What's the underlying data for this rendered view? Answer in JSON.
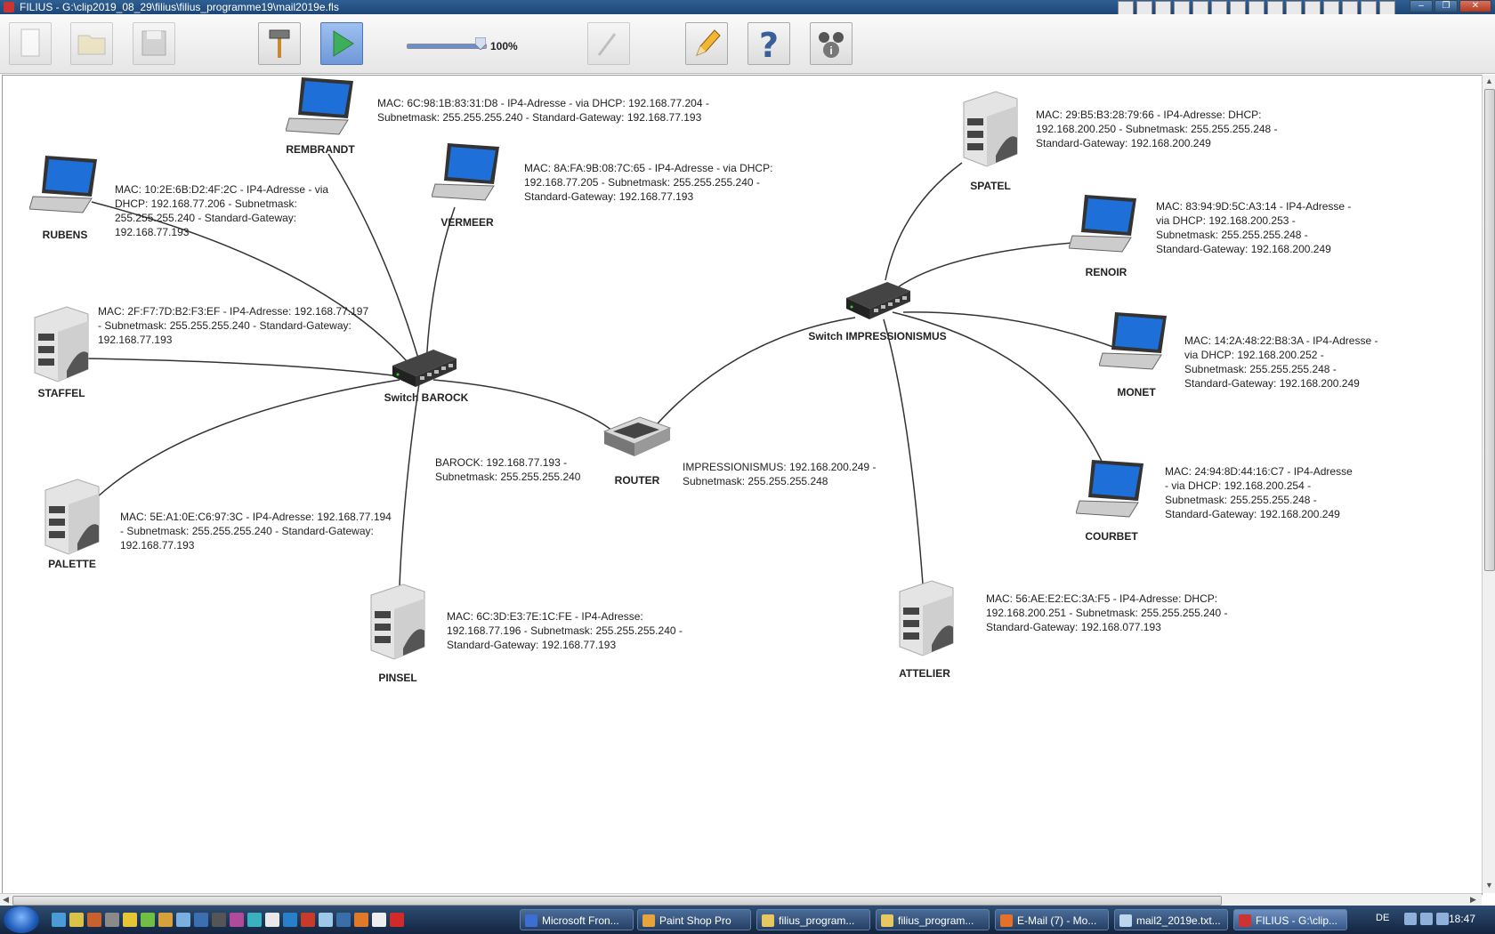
{
  "window": {
    "title": "FILIUS - G:\\clip2019_08_29\\filius\\filius_programme19\\mail2019e.fls",
    "controls": [
      "–",
      "❐",
      "✕"
    ]
  },
  "toolbar": {
    "zoom_label": "100%",
    "zoom_fraction": 0.92
  },
  "nodes": {
    "rembrandt": {
      "label": "REMBRANDT",
      "info": [
        "MAC: 6C:98:1B:83:31:D8 - IP4-Adresse - via DHCP: 192.168.77.204 -",
        "Subnetmask: 255.255.255.240 - Standard-Gateway: 192.168.77.193"
      ]
    },
    "rubens": {
      "label": "RUBENS",
      "info": [
        "MAC: 10:2E:6B:D2:4F:2C - IP4-Adresse - via",
        "DHCP: 192.168.77.206 - Subnetmask:",
        "255.255.255.240 - Standard-Gateway:",
        "192.168.77.193"
      ]
    },
    "vermeer": {
      "label": "VERMEER",
      "info": [
        "MAC: 8A:FA:9B:08:7C:65 - IP4-Adresse - via DHCP:",
        "192.168.77.205 - Subnetmask: 255.255.255.240 -",
        "Standard-Gateway: 192.168.77.193"
      ]
    },
    "staffel": {
      "label": "STAFFEL",
      "info": [
        "MAC: 2F:F7:7D:B2:F3:EF - IP4-Adresse: 192.168.77.197",
        "- Subnetmask: 255.255.255.240 - Standard-Gateway:",
        "192.168.77.193"
      ]
    },
    "switch_barock": {
      "label": "Switch BAROCK"
    },
    "palette": {
      "label": "PALETTE",
      "info": [
        "MAC: 5E:A1:0E:C6:97:3C - IP4-Adresse: 192.168.77.194",
        "- Subnetmask: 255.255.255.240 - Standard-Gateway:",
        "192.168.77.193"
      ]
    },
    "pinsel": {
      "label": "PINSEL",
      "info": [
        "MAC: 6C:3D:E3:7E:1C:FE - IP4-Adresse:",
        "192.168.77.196 - Subnetmask: 255.255.255.240 -",
        "Standard-Gateway: 192.168.77.193"
      ]
    },
    "router": {
      "label": "ROUTER",
      "info_left": [
        "BAROCK: 192.168.77.193 -",
        "Subnetmask: 255.255.255.240"
      ],
      "info_right": [
        "IMPRESSIONISMUS: 192.168.200.249 -",
        "Subnetmask: 255.255.255.248"
      ]
    },
    "switch_impr": {
      "label": "Switch IMPRESSIONISMUS"
    },
    "spatel": {
      "label": "SPATEL",
      "info": [
        "MAC: 29:B5:B3:28:79:66 - IP4-Adresse: DHCP:",
        "192.168.200.250 - Subnetmask: 255.255.255.248 -",
        "Standard-Gateway: 192.168.200.249"
      ]
    },
    "renoir": {
      "label": "RENOIR",
      "info": [
        "MAC: 83:94:9D:5C:A3:14 - IP4-Adresse -",
        "via DHCP: 192.168.200.253 -",
        "Subnetmask: 255.255.255.248 -",
        "Standard-Gateway: 192.168.200.249"
      ]
    },
    "monet": {
      "label": "MONET",
      "info": [
        "MAC: 14:2A:48:22:B8:3A - IP4-Adresse -",
        "via DHCP: 192.168.200.252 -",
        "Subnetmask: 255.255.255.248 -",
        "Standard-Gateway: 192.168.200.249"
      ]
    },
    "courbet": {
      "label": "COURBET",
      "info": [
        "MAC: 24:94:8D:44:16:C7 - IP4-Adresse",
        "- via DHCP: 192.168.200.254 -",
        "Subnetmask: 255.255.255.248 -",
        "Standard-Gateway: 192.168.200.249"
      ]
    },
    "attelier": {
      "label": "ATTELIER",
      "info": [
        "MAC: 56:AE:E2:EC:3A:F5 - IP4-Adresse: DHCP:",
        "192.168.200.251 - Subnetmask: 255.255.255.240 -",
        "Standard-Gateway: 192.168.077.193"
      ]
    }
  },
  "taskbar": {
    "tasks": [
      "Microsoft Fron...",
      "Paint Shop Pro",
      "filius_program...",
      "filius_program...",
      "E-Mail (7) - Mo...",
      "mail2_2019e.txt...",
      "FILIUS - G:\\clip..."
    ],
    "lang": "DE",
    "clock": "18:47"
  }
}
